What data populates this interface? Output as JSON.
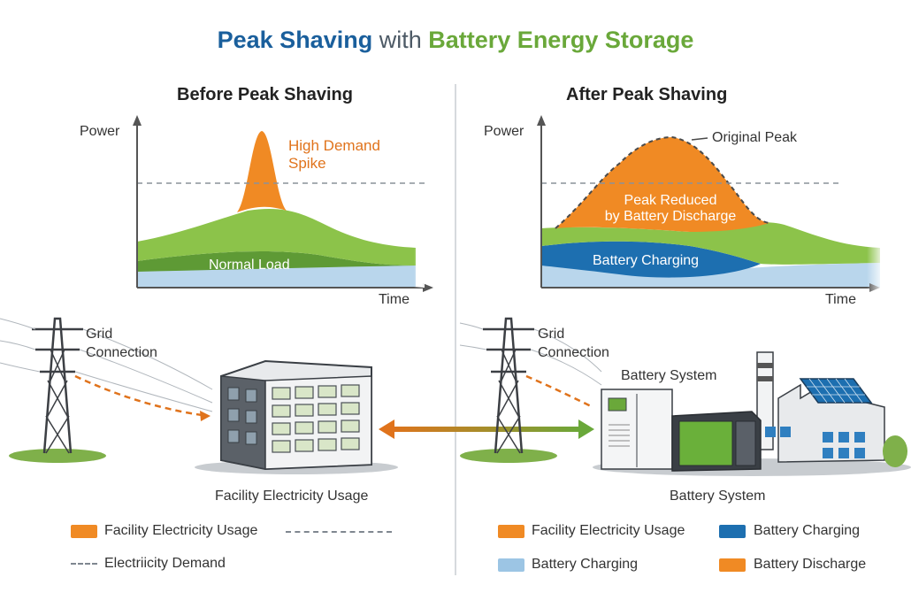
{
  "title": {
    "part1": "Peak Shaving",
    "part2": "with",
    "part3": "Battery Energy Storage"
  },
  "before": {
    "heading": "Before Peak Shaving",
    "y_axis": "Power",
    "x_axis": "Time",
    "spike_label_line1": "High Demand",
    "spike_label_line2": "Spike",
    "normal_label": "Normal Load",
    "grid_line1": "Grid",
    "grid_line2": "Connection",
    "caption": "Facility Electricity Usage"
  },
  "after": {
    "heading": "After Peak Shaving",
    "y_axis": "Power",
    "x_axis": "Time",
    "original_peak": "Original Peak",
    "reduced_line1": "Peak Reduced",
    "reduced_line2": "by Battery Discharge",
    "charging_label": "Battery Charging",
    "grid_line1": "Grid",
    "grid_line2": "Connection",
    "battery_label": "Battery System",
    "caption": "Battery System"
  },
  "legend_left": {
    "item1": "Facility Electricity Usage",
    "item2": "Electriicity Demand"
  },
  "legend_right": {
    "item1": "Facility Electricity Usage",
    "item2": "Battery Charging",
    "item3": "Battery Charging",
    "item4": "Battery Discharge"
  },
  "colors": {
    "orange": "#f08a24",
    "green_light": "#8cc34a",
    "green_dark": "#5e9a35",
    "blue_dark": "#1d6fb0",
    "blue_light": "#9cc5e4"
  }
}
